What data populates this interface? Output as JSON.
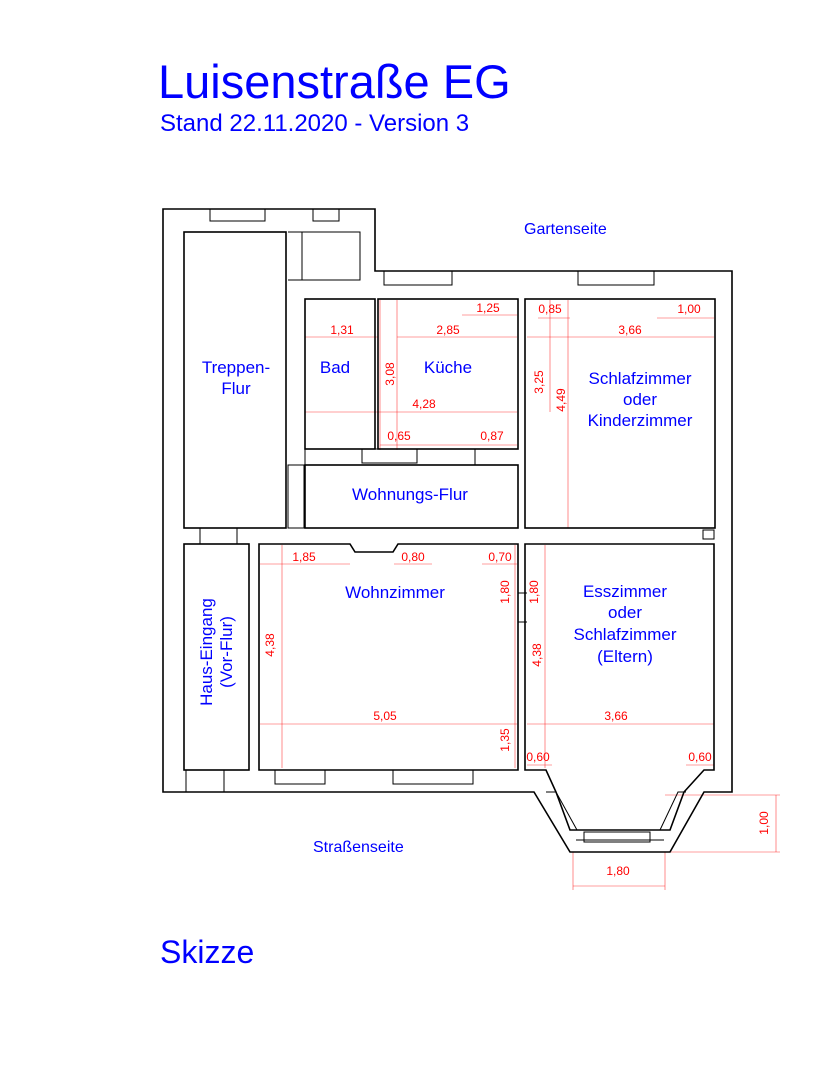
{
  "header": {
    "title": "Luisenstraße EG",
    "subtitle": "Stand 22.11.2020 - Version 3"
  },
  "sides": {
    "garden": "Gartenseite",
    "street": "Straßenseite"
  },
  "rooms": {
    "stair_hall": [
      "Treppen-",
      "Flur"
    ],
    "bath": "Bad",
    "kitchen": "Küche",
    "bedroom_kids": [
      "Schlafzimmer",
      "oder",
      "Kinderzimmer"
    ],
    "apartment_hall": "Wohnungs-Flur",
    "living": "Wohnzimmer",
    "dining": [
      "Esszimmer",
      "oder",
      "Schlafzimmer",
      "(Eltern)"
    ],
    "entrance": [
      "Haus-Eingang",
      "(Vor-Flur)"
    ]
  },
  "dimensions": {
    "bath_width": "1,31",
    "kitchen_width": "2,85",
    "kitchen_window": "1,25",
    "kitchen_depth": "3,08",
    "bath_kitchen_total": "4,28",
    "kitchen_door_left": "0,65",
    "kitchen_door_right": "0,87",
    "bedroom_left": "0,85",
    "bedroom_window": "1,00",
    "bedroom_width": "3,66",
    "bedroom_depth_partial": "3,25",
    "bedroom_depth": "4,49",
    "living_left": "1,85",
    "living_door": "0,80",
    "living_right": "0,70",
    "living_door_depth": "1,80",
    "living_depth": "4,38",
    "living_width": "5,05",
    "living_bottom": "1,35",
    "dining_top": "1,80",
    "dining_depth": "4,38",
    "dining_width": "3,66",
    "bay_left": "0,60",
    "bay_right": "0,60",
    "bay_depth": "1,00",
    "bay_width": "1,80"
  },
  "footer": {
    "note": "Skizze"
  }
}
